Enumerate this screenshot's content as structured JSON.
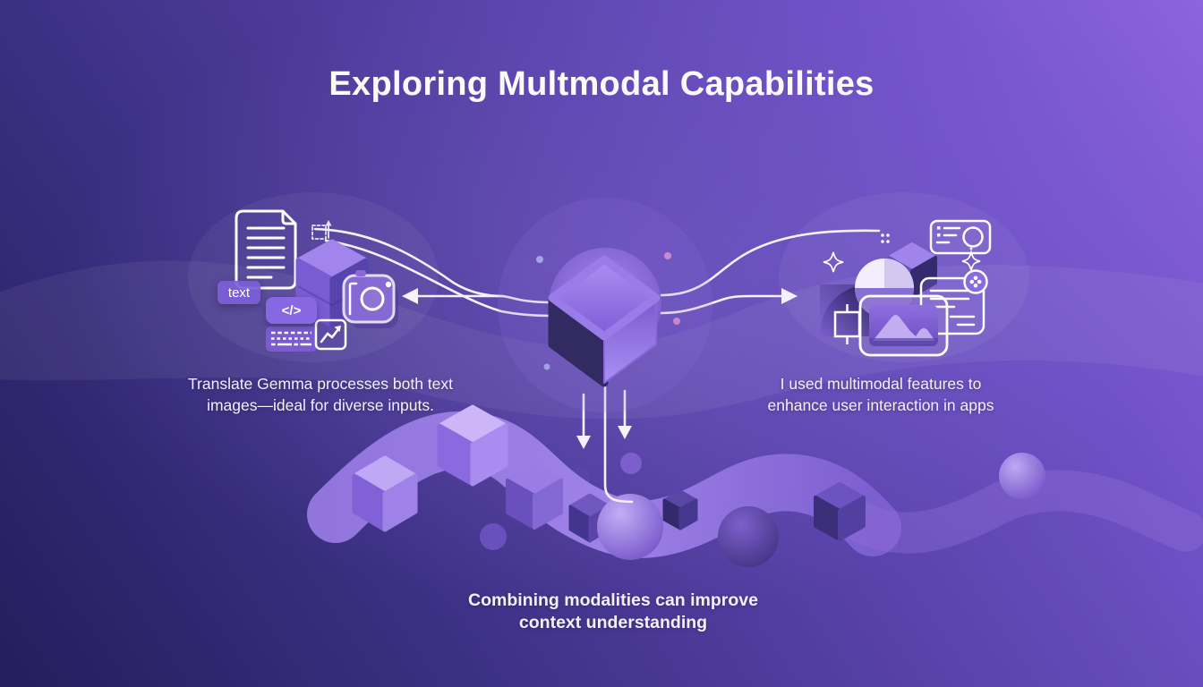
{
  "title": "Exploring Multmodal Capabilities",
  "captions": {
    "left": {
      "line1": "Translate Gemma processes both text",
      "line2": "images—ideal for diverse inputs."
    },
    "right": {
      "line1": "I used multimodal features to",
      "line2": "enhance user interaction in apps"
    },
    "bottom": {
      "line1": "Combining modalities can improve",
      "line2": "context understanding"
    }
  },
  "labels": {
    "text_chip": "text",
    "code_chip": "</>"
  },
  "icons": {
    "document-icon": "outlined page with folded corner and text lines",
    "dashed-cube-icon": "small dashed box with up arrow",
    "prism-icon": "tall purple 3d box",
    "camera-icon": "outlined camera with lens circle",
    "text-chip": "rounded badge reading text",
    "code-chip": "rounded badge reading </>",
    "keyboard-icon": "purple badge with key rows",
    "chart-icon": "small square with rising zigzag arrow",
    "center-cube": "large glowing 3d cube hub",
    "left-arrow": "arrow pointing left to text inputs",
    "right-arrow": "arrow pointing right to outputs",
    "down-arrows": "two arrows pointing down to the wave",
    "media-card-icon": "outlined card with list lines and circle",
    "hex-cube-icon": "small 3d hexagon cube",
    "segmented-sphere-icon": "ball with white and purple faces",
    "gradient-square-icon": "dark square with curved glow",
    "sparkle-icon": "four point star sparkle",
    "document-card-icon": "outlined note card with gemma flower badge",
    "image-card-icon": "outlined photo card with mountains",
    "node-frame-icon": "small square frame with stems",
    "wave-ribbon": "flowing ribbon with cubes and spheres"
  },
  "colors": {
    "bg_top_left": "#3d3185",
    "bg_bottom_left": "#2a2060",
    "bg_top_right": "#8c64de",
    "bg_bottom_right": "#6448bb",
    "accent": "#7c5cd8",
    "line": "#ffffff",
    "text": "#f3f0fb"
  }
}
